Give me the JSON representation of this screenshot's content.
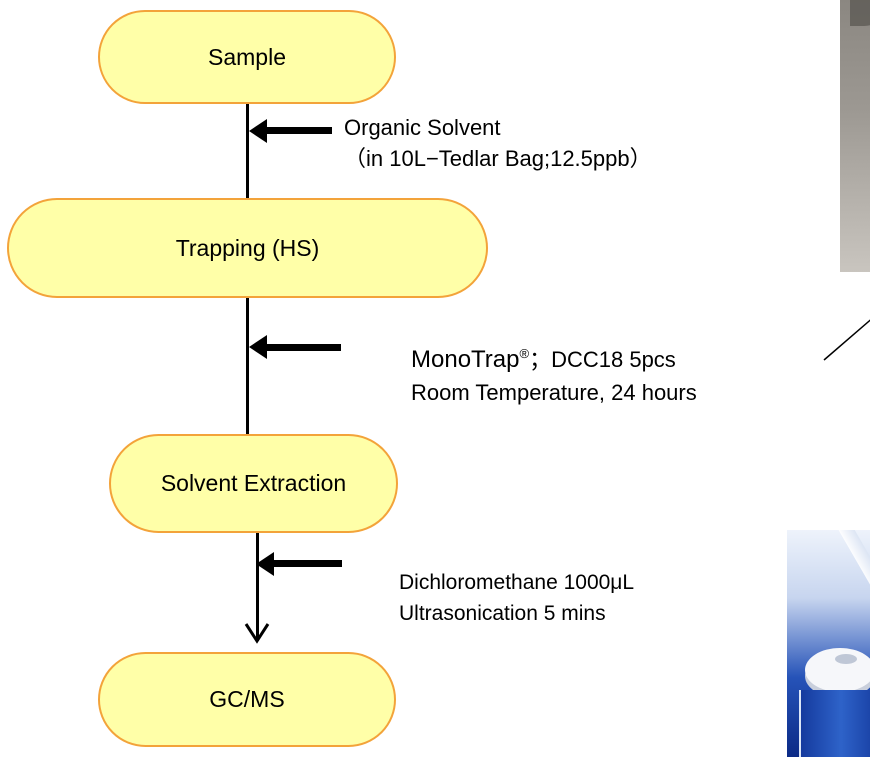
{
  "nodes": {
    "sample": "Sample",
    "trapping": "Trapping (HS)",
    "extraction": "Solvent Extraction",
    "gcms": "GC/MS"
  },
  "steps": {
    "step1": {
      "line1": "Organic Solvent",
      "line2": "（in 10L−Tedlar Bag;12.5ppb）"
    },
    "step2": {
      "line1_name": "MonoTrap",
      "line1_reg": "®",
      "line1_rest": "；DCC18  5pcs",
      "line2": "Room Temperature,  24 hours"
    },
    "step3": {
      "line1": "Dichloromethane  1000μL",
      "line2": "Ultrasonication 5 mins"
    }
  },
  "colors": {
    "node_fill": "#ffffa8",
    "node_border": "#f3a33a",
    "lines": "#000000"
  },
  "icons": {
    "input_arrow": "left-arrow-icon",
    "flow_end": "down-arrow-icon"
  },
  "photos": [
    "sample-photo",
    "vial-photo"
  ]
}
